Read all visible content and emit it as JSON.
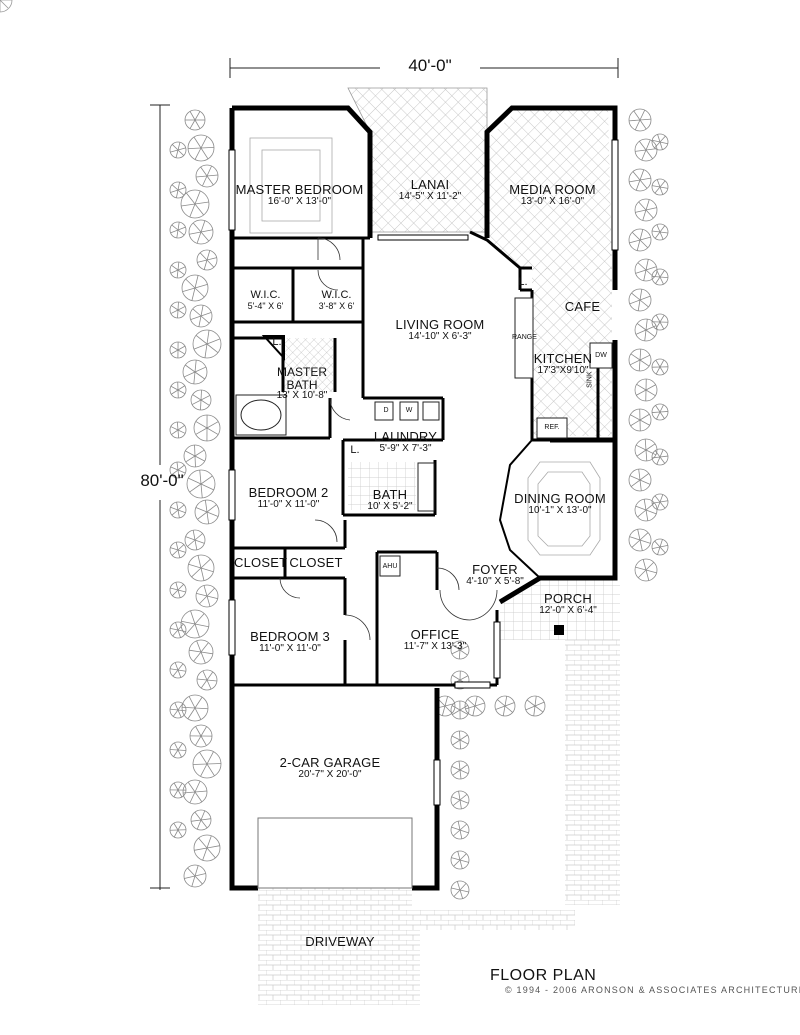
{
  "dimensions": {
    "width": "40'-0\"",
    "depth": "80'-0\""
  },
  "rooms": {
    "master_bedroom": {
      "name": "MASTER BEDROOM",
      "size": "16'-0\" X 13'-0\""
    },
    "lanai": {
      "name": "LANAI",
      "size": "14'-5\" X 11'-2\""
    },
    "media_room": {
      "name": "MEDIA ROOM",
      "size": "13'-0\" X 16'-0\""
    },
    "wic1": {
      "name": "W.I.C.",
      "size": "5'-4\" X 6'"
    },
    "wic2": {
      "name": "W.I.C.",
      "size": "3'-8\" X 6'"
    },
    "living_room": {
      "name": "LIVING ROOM",
      "size": "14'-10\" X 6'-3\""
    },
    "cafe": {
      "name": "CAFE"
    },
    "kitchen": {
      "name": "KITCHEN",
      "size": "17'3\"X9'10\""
    },
    "master_bath": {
      "name": "MASTER BATH",
      "size": "13' X 10'-8\""
    },
    "laundry": {
      "name": "LAUNDRY",
      "size": "5'-9\" X 7'-3\""
    },
    "bedroom2": {
      "name": "BEDROOM 2",
      "size": "11'-0\" X 11'-0\""
    },
    "bath": {
      "name": "BATH",
      "size": "10' X 5'-2\""
    },
    "dining_room": {
      "name": "DINING ROOM",
      "size": "10'-1\" X 13'-0\""
    },
    "closet1": {
      "name": "CLOSET"
    },
    "closet2": {
      "name": "CLOSET"
    },
    "foyer": {
      "name": "FOYER",
      "size": "4'-10\" X 5'-8\""
    },
    "porch": {
      "name": "PORCH",
      "size": "12'-0\" X 6'-4\""
    },
    "bedroom3": {
      "name": "BEDROOM 3",
      "size": "11'-0\" X 11'-0\""
    },
    "office": {
      "name": "OFFICE",
      "size": "11'-7\" X 13'-3\""
    },
    "garage": {
      "name": "2-CAR GARAGE",
      "size": "20'-7\" X 20'-0\""
    },
    "driveway": {
      "name": "DRIVEWAY"
    }
  },
  "fixtures": {
    "linen": "L.",
    "range": "RANGE",
    "dw": "DW",
    "sink": "SINK",
    "ref": "REF.",
    "ahu": "AHU",
    "washer": "W",
    "dryer": "D"
  },
  "footer": {
    "title": "FLOOR PLAN",
    "copyright": "© 1994 - 2006 ARONSON & ASSOCIATES ARCHITECTURE"
  }
}
